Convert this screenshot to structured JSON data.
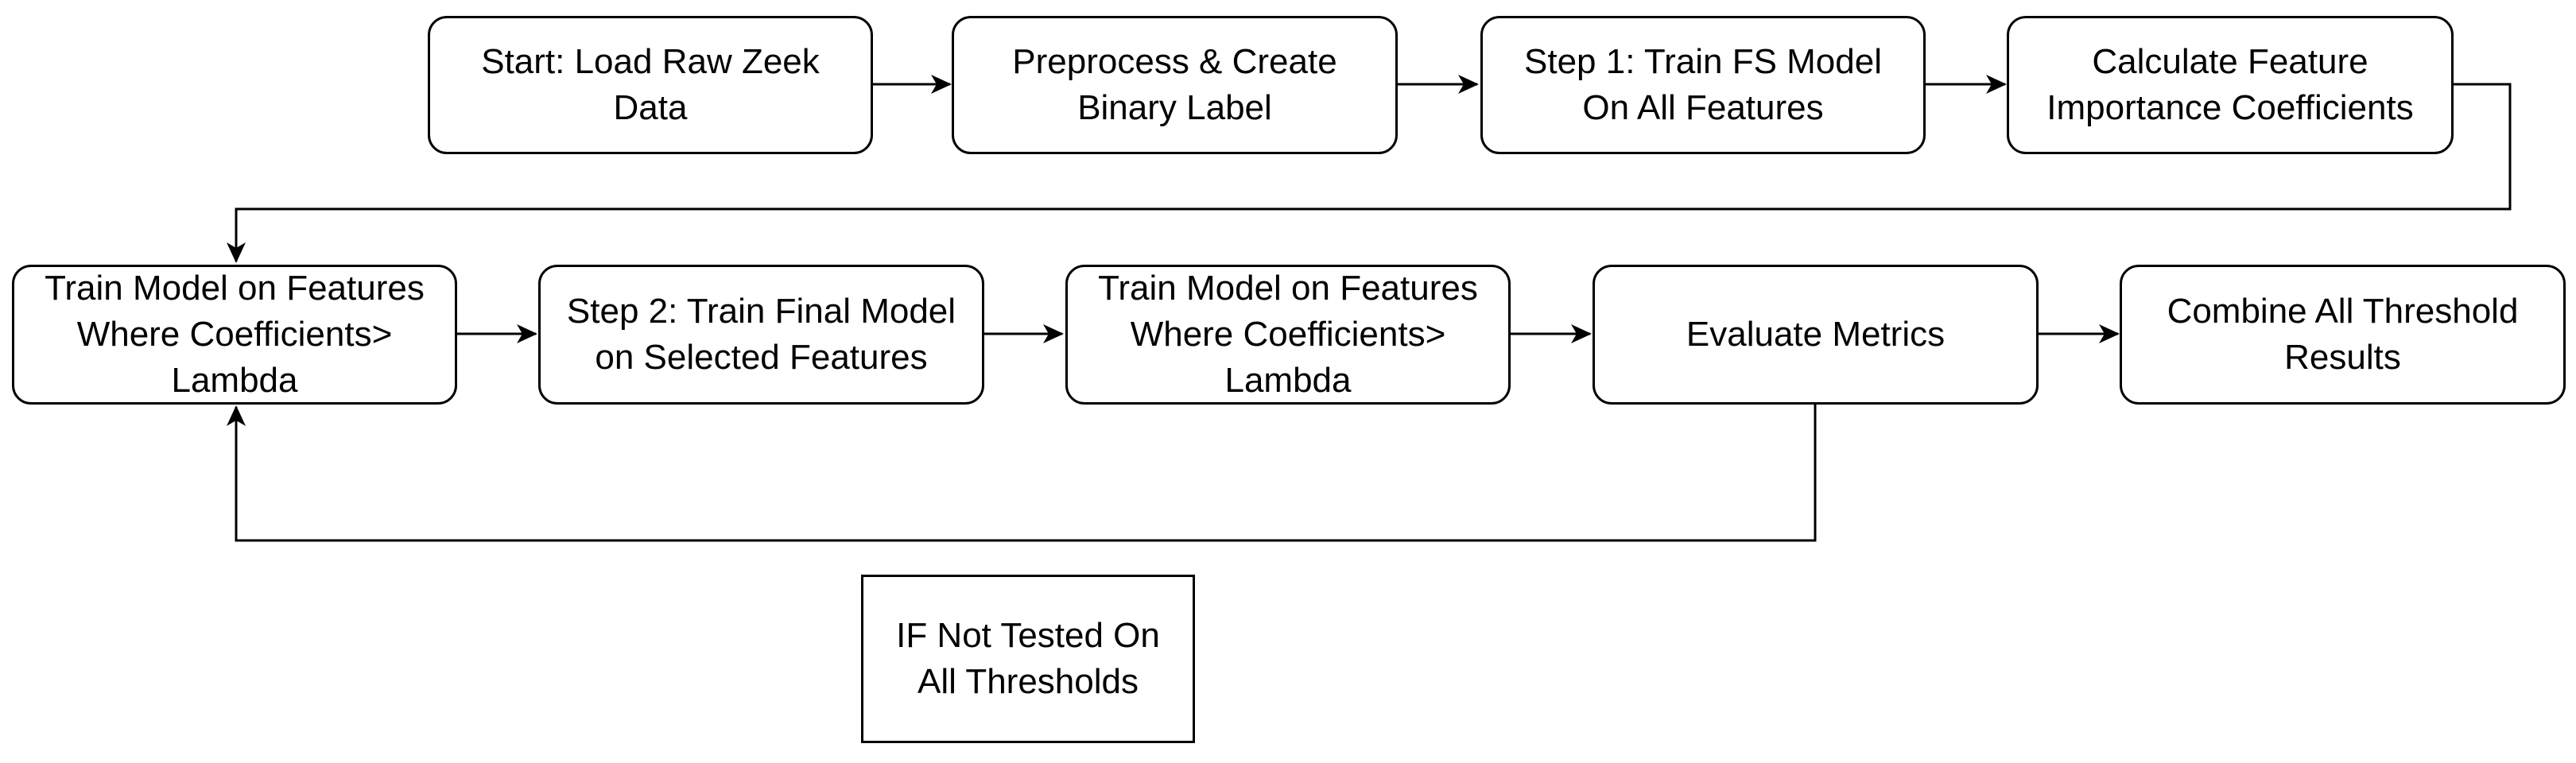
{
  "nodes": {
    "start": "Start: Load Raw Zeek\nData",
    "preprocess": "Preprocess & Create\nBinary Label",
    "step1": "Step 1: Train FS Model\nOn All Features",
    "calc": "Calculate Feature\nImportance Coefficients",
    "train_a": "Train Model on Features\nWhere Coefficients>\nLambda",
    "step2": "Step 2: Train Final Model\non Selected Features",
    "train_b": "Train Model on Features\nWhere Coefficients>\nLambda",
    "evaluate": "Evaluate Metrics",
    "combine": "Combine All Threshold\nResults",
    "loop_note": "IF Not Tested On\nAll Thresholds"
  },
  "edges": [
    {
      "from": "start",
      "to": "preprocess"
    },
    {
      "from": "preprocess",
      "to": "step1"
    },
    {
      "from": "step1",
      "to": "calc"
    },
    {
      "from": "calc",
      "to": "train_a"
    },
    {
      "from": "train_a",
      "to": "step2"
    },
    {
      "from": "step2",
      "to": "train_b"
    },
    {
      "from": "train_b",
      "to": "evaluate"
    },
    {
      "from": "evaluate",
      "to": "combine"
    },
    {
      "from": "evaluate",
      "to": "train_a",
      "label": "loop_note"
    }
  ],
  "colors": {
    "stroke": "#000000",
    "fill": "#ffffff"
  }
}
